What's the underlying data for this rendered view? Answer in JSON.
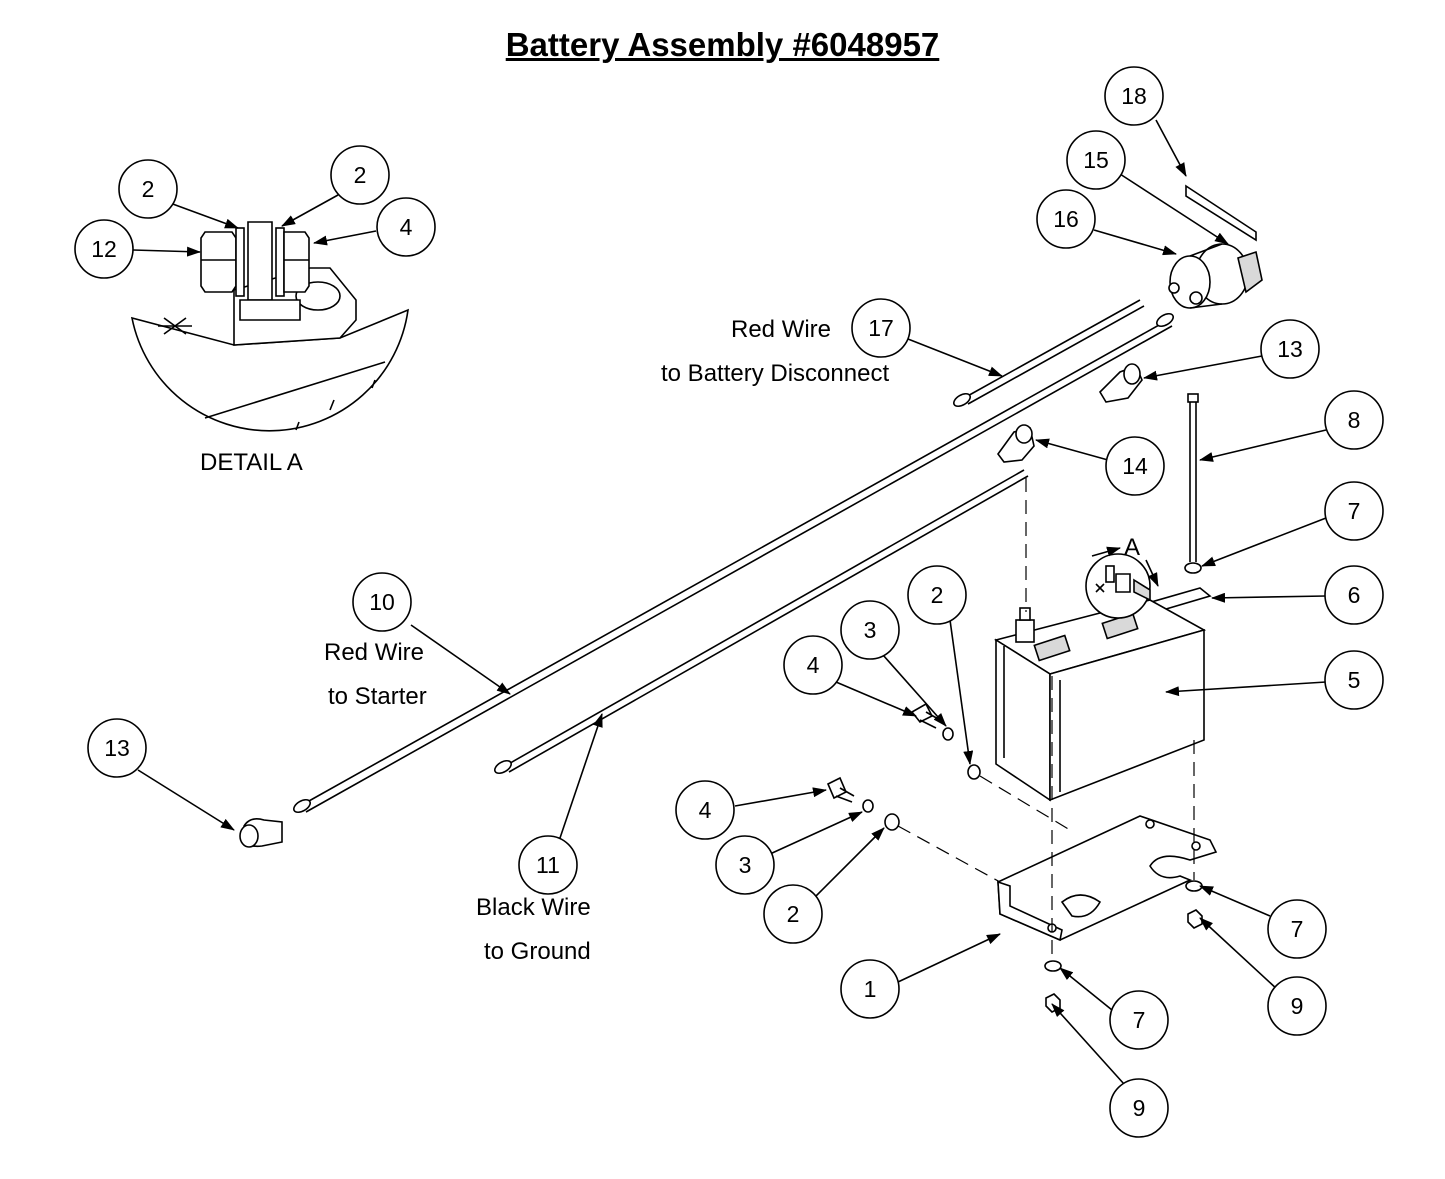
{
  "title": "Battery Assembly #6048957",
  "detail_label": "DETAIL A",
  "detail_marker": "A",
  "labels": {
    "red_wire_disconnect_1": "Red Wire",
    "red_wire_disconnect_2": "to Battery Disconnect",
    "red_wire_starter_1": "Red Wire",
    "red_wire_starter_2": "to Starter",
    "black_wire_1": "Black Wire",
    "black_wire_2": "to Ground"
  },
  "callouts": [
    {
      "id": "c1",
      "num": "1"
    },
    {
      "id": "c2a",
      "num": "2"
    },
    {
      "id": "c2b",
      "num": "2"
    },
    {
      "id": "c2c",
      "num": "2"
    },
    {
      "id": "c2d",
      "num": "2"
    },
    {
      "id": "c3a",
      "num": "3"
    },
    {
      "id": "c3b",
      "num": "3"
    },
    {
      "id": "c4a",
      "num": "4"
    },
    {
      "id": "c4b",
      "num": "4"
    },
    {
      "id": "c4c",
      "num": "4"
    },
    {
      "id": "c5",
      "num": "5"
    },
    {
      "id": "c6",
      "num": "6"
    },
    {
      "id": "c7a",
      "num": "7"
    },
    {
      "id": "c7b",
      "num": "7"
    },
    {
      "id": "c7c",
      "num": "7"
    },
    {
      "id": "c8",
      "num": "8"
    },
    {
      "id": "c9a",
      "num": "9"
    },
    {
      "id": "c9b",
      "num": "9"
    },
    {
      "id": "c10",
      "num": "10"
    },
    {
      "id": "c11",
      "num": "11"
    },
    {
      "id": "c12",
      "num": "12"
    },
    {
      "id": "c13a",
      "num": "13"
    },
    {
      "id": "c13b",
      "num": "13"
    },
    {
      "id": "c14",
      "num": "14"
    },
    {
      "id": "c15",
      "num": "15"
    },
    {
      "id": "c16",
      "num": "16"
    },
    {
      "id": "c17",
      "num": "17"
    },
    {
      "id": "c18",
      "num": "18"
    }
  ]
}
